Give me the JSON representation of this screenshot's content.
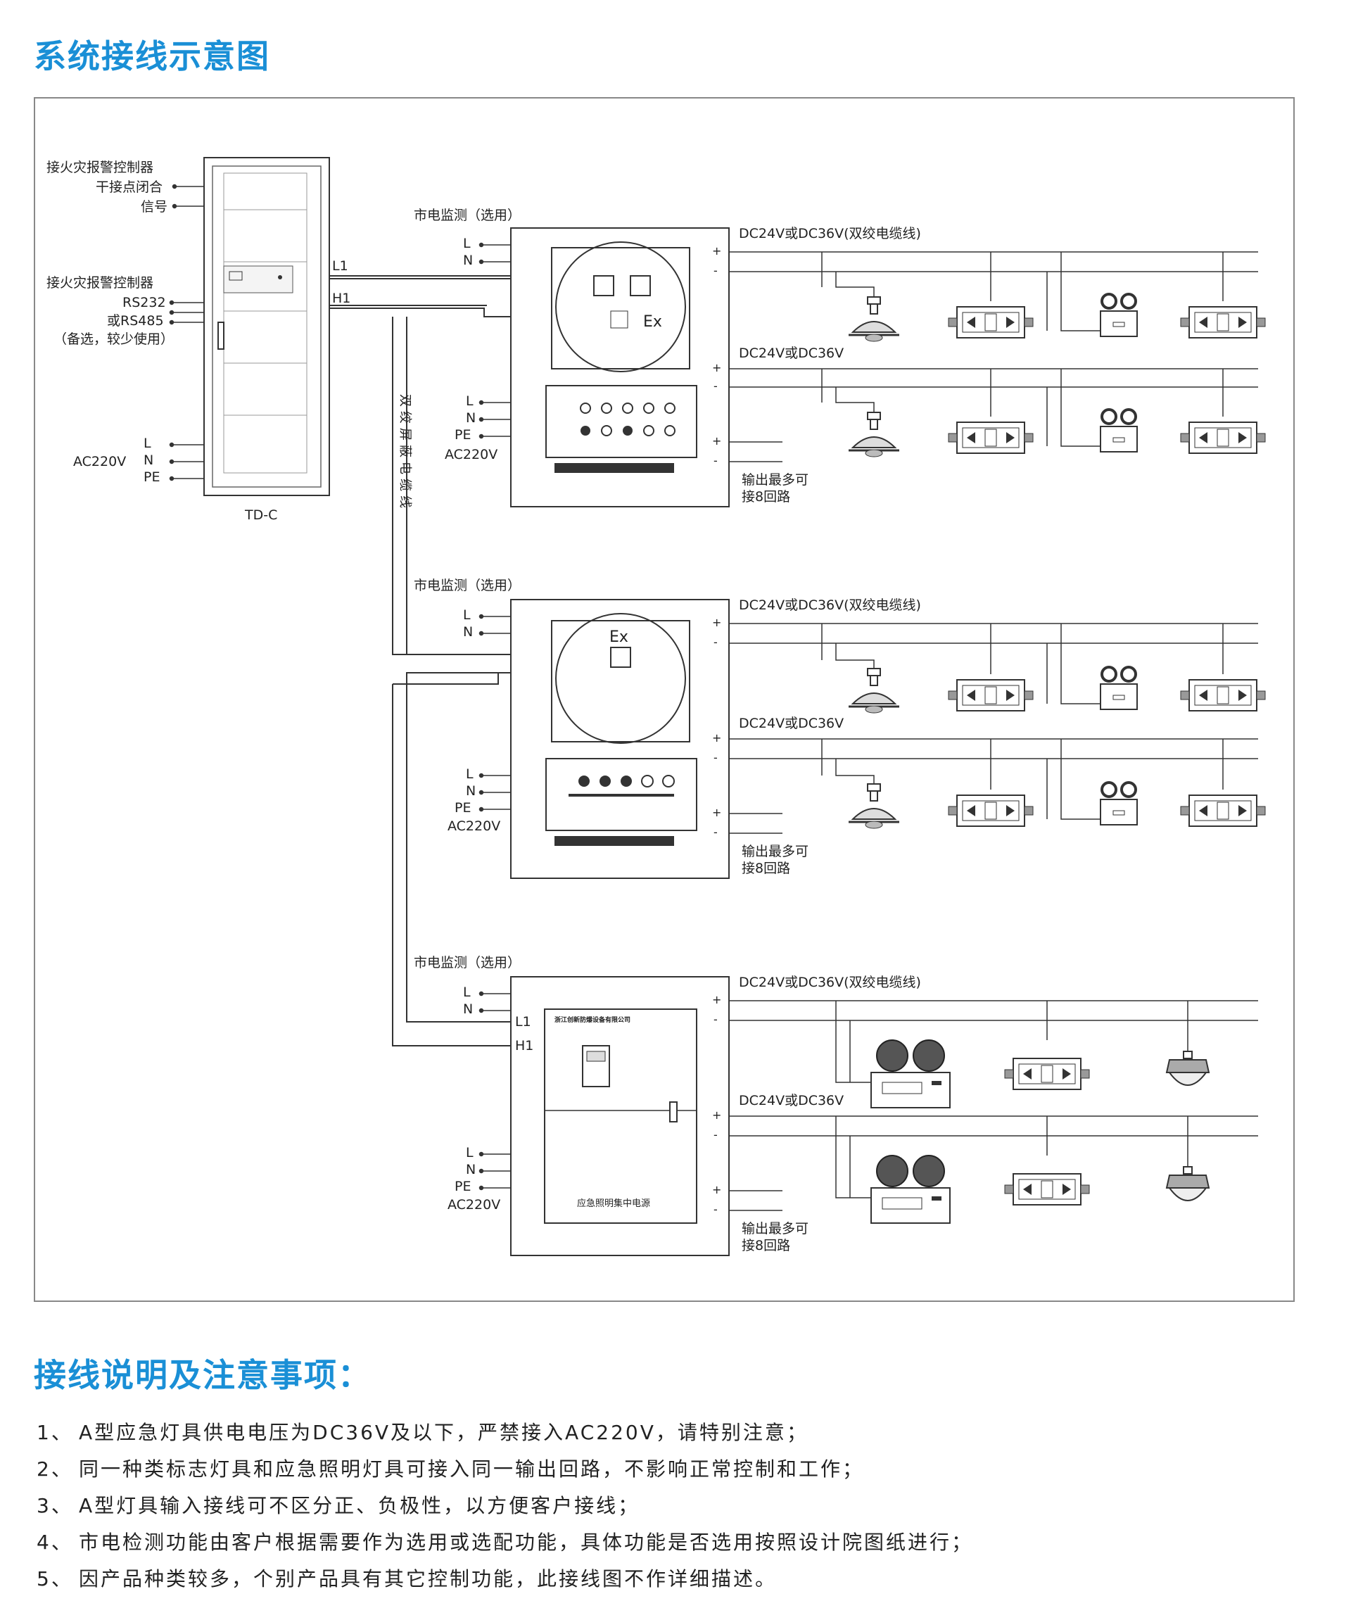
{
  "diagram_title": "系统接线示意图",
  "controller": {
    "fire_ctrl_1": "接火灾报警控制器",
    "dry_contact": "干接点闭合",
    "signal": "信号",
    "fire_ctrl_2": "接火灾报警控制器",
    "rs232": "RS232",
    "rs485": "或RS485",
    "optional_rare": "（备选，较少使用）",
    "ac220v": "AC220V",
    "model": "TD-C",
    "L1": "L1",
    "H1": "H1"
  },
  "terminals": {
    "L": "L",
    "N": "N",
    "PE": "PE",
    "ac220v": "AC220V",
    "plus": "+",
    "minus": "-",
    "ex": "Ex",
    "L1": "L1",
    "H1": "H1"
  },
  "cable_label": "双绞屏蔽电缆线",
  "units": [
    {
      "mains_monitor": "市电监测（选用）",
      "line1_label": "DC24V或DC36V(双绞电缆线)",
      "line2_label": "DC24V或DC36V",
      "output_note_1": "输出最多可",
      "output_note_2": "接8回路"
    },
    {
      "mains_monitor": "市电监测（选用）",
      "line1_label": "DC24V或DC36V(双绞电缆线)",
      "line2_label": "DC24V或DC36V",
      "output_note_1": "输出最多可",
      "output_note_2": "接8回路"
    },
    {
      "mains_monitor": "市电监测（选用）",
      "line1_label": "DC24V或DC36V(双绞电缆线)",
      "line2_label": "DC24V或DC36V",
      "output_note_1": "输出最多可",
      "output_note_2": "接8回路",
      "company": "浙江创新防爆设备有限公司",
      "cabinet_label": "应急照明集中电源"
    }
  ],
  "notes_title": "接线说明及注意事项：",
  "notes": [
    {
      "num": "1、",
      "text": "A型应急灯具供电电压为DC36V及以下，严禁接入AC220V，请特别注意；"
    },
    {
      "num": "2、",
      "text": "同一种类标志灯具和应急照明灯具可接入同一输出回路，不影响正常控制和工作；"
    },
    {
      "num": "3、",
      "text": "A型灯具输入接线可不区分正、负极性，以方便客户接线；"
    },
    {
      "num": "4、",
      "text": "市电检测功能由客户根据需要作为选用或选配功能，具体功能是否选用按照设计院图纸进行；"
    },
    {
      "num": "5、",
      "text": "因产品种类较多，个别产品具有其它控制功能，此接线图不作详细描述。"
    }
  ]
}
